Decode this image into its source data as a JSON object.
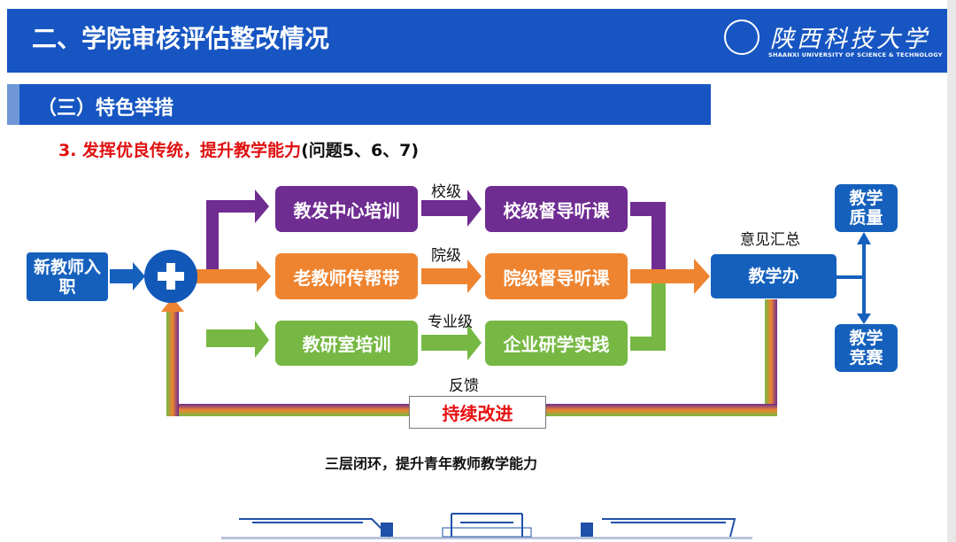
{
  "header": {
    "title": "二、学院审核评估整改情况",
    "logo_cn": "陕西科技大学",
    "logo_en": "SHAANXI UNIVERSITY OF SCIENCE & TECHNOLOGY"
  },
  "section": {
    "subtitle": "（三）特色举措",
    "point": "3. 发挥优良传统，提升教学能力",
    "point_note": "(问题5、6、7)"
  },
  "diagram": {
    "start": "新教师入职",
    "rows": [
      {
        "first": "教发中心培训",
        "level": "校级",
        "second": "校级督导听课",
        "color": "#6f2c91"
      },
      {
        "first": "老教师传帮带",
        "level": "院级",
        "second": "院级督导听课",
        "color": "#ee8430"
      },
      {
        "first": "教研室培训",
        "level": "专业级",
        "second": "企业研学实践",
        "color": "#76b843"
      }
    ],
    "summary_label": "意见汇总",
    "office": "教学办",
    "out_top": "教学质量",
    "out_bottom": "教学竞赛",
    "feedback_label": "反馈",
    "improve": "持续改进",
    "caption": "三层闭环，提升青年教师教学能力"
  }
}
